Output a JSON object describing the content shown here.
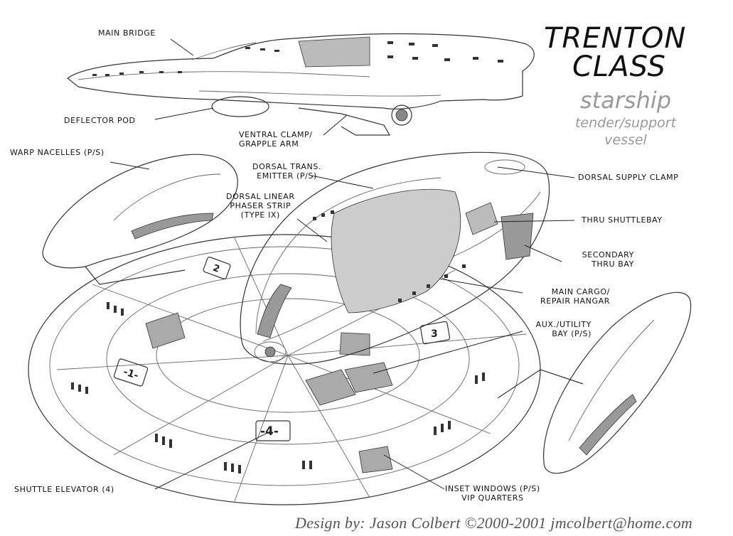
{
  "title": {
    "line1": "TRENTON",
    "line2": "CLASS",
    "line3": "starship",
    "line4": "tender/support",
    "line5": "vessel"
  },
  "callouts": {
    "main_bridge": "MAIN BRIDGE",
    "deflector_pod": "DEFLECTOR POD",
    "ventral_clamp_1": "VENTRAL CLAMP/",
    "ventral_clamp_2": "GRAPPLE ARM",
    "warp_nacelles": "WARP NACELLES (P/S)",
    "dorsal_trans_1": "DORSAL TRANS.",
    "dorsal_trans_2": "EMITTER (P/S)",
    "dorsal_phaser_1": "DORSAL LINEAR",
    "dorsal_phaser_2": "PHASER STRIP",
    "dorsal_phaser_3": "(TYPE IX)",
    "dorsal_supply_clamp": "DORSAL SUPPLY CLAMP",
    "thru_shuttlebay": "THRU SHUTTLEBAY",
    "secondary_bay_1": "SECONDARY",
    "secondary_bay_2": "THRU BAY",
    "main_cargo_1": "MAIN CARGO/",
    "main_cargo_2": "REPAIR HANGAR",
    "aux_utility_1": "AUX./UTILITY",
    "aux_utility_2": "BAY (P/S)",
    "shuttle_elevator": "SHUTTLE ELEVATOR (4)",
    "inset_windows_1": "INSET WINDOWS (P/S)",
    "inset_windows_2": "VIP QUARTERS"
  },
  "hull_markings": {
    "pad_1": "-1-",
    "pad_2": "2",
    "pad_3": "3",
    "pad_4": "-4-"
  },
  "credit": "Design by:  Jason Colbert ©2000-2001   jmcolbert@home.com"
}
